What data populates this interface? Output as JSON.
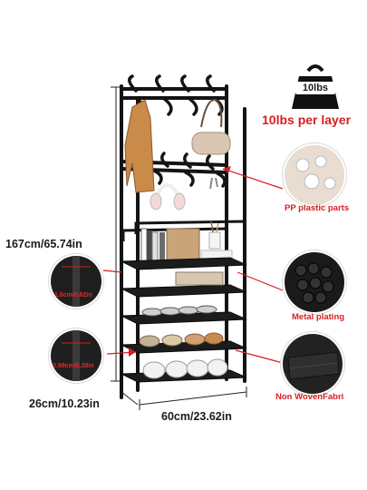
{
  "dimensions": {
    "height": "167cm/65.74in",
    "depth": "26cm/10.23in",
    "width": "60cm/23.62in"
  },
  "weight": {
    "badge_text": "10lbs",
    "caption": "10lbs per layer"
  },
  "callouts": [
    {
      "label": "PP plastic parts"
    },
    {
      "label": "Metal plating"
    },
    {
      "label": "Non WovenFabri"
    }
  ],
  "pipe_details": [
    {
      "label": "1.6cm/0.62in"
    },
    {
      "label": "0.98cm/0.38in"
    }
  ],
  "colors": {
    "accent": "#d81e1e",
    "frame": "#141414",
    "shelf": "#1c1c1c"
  }
}
